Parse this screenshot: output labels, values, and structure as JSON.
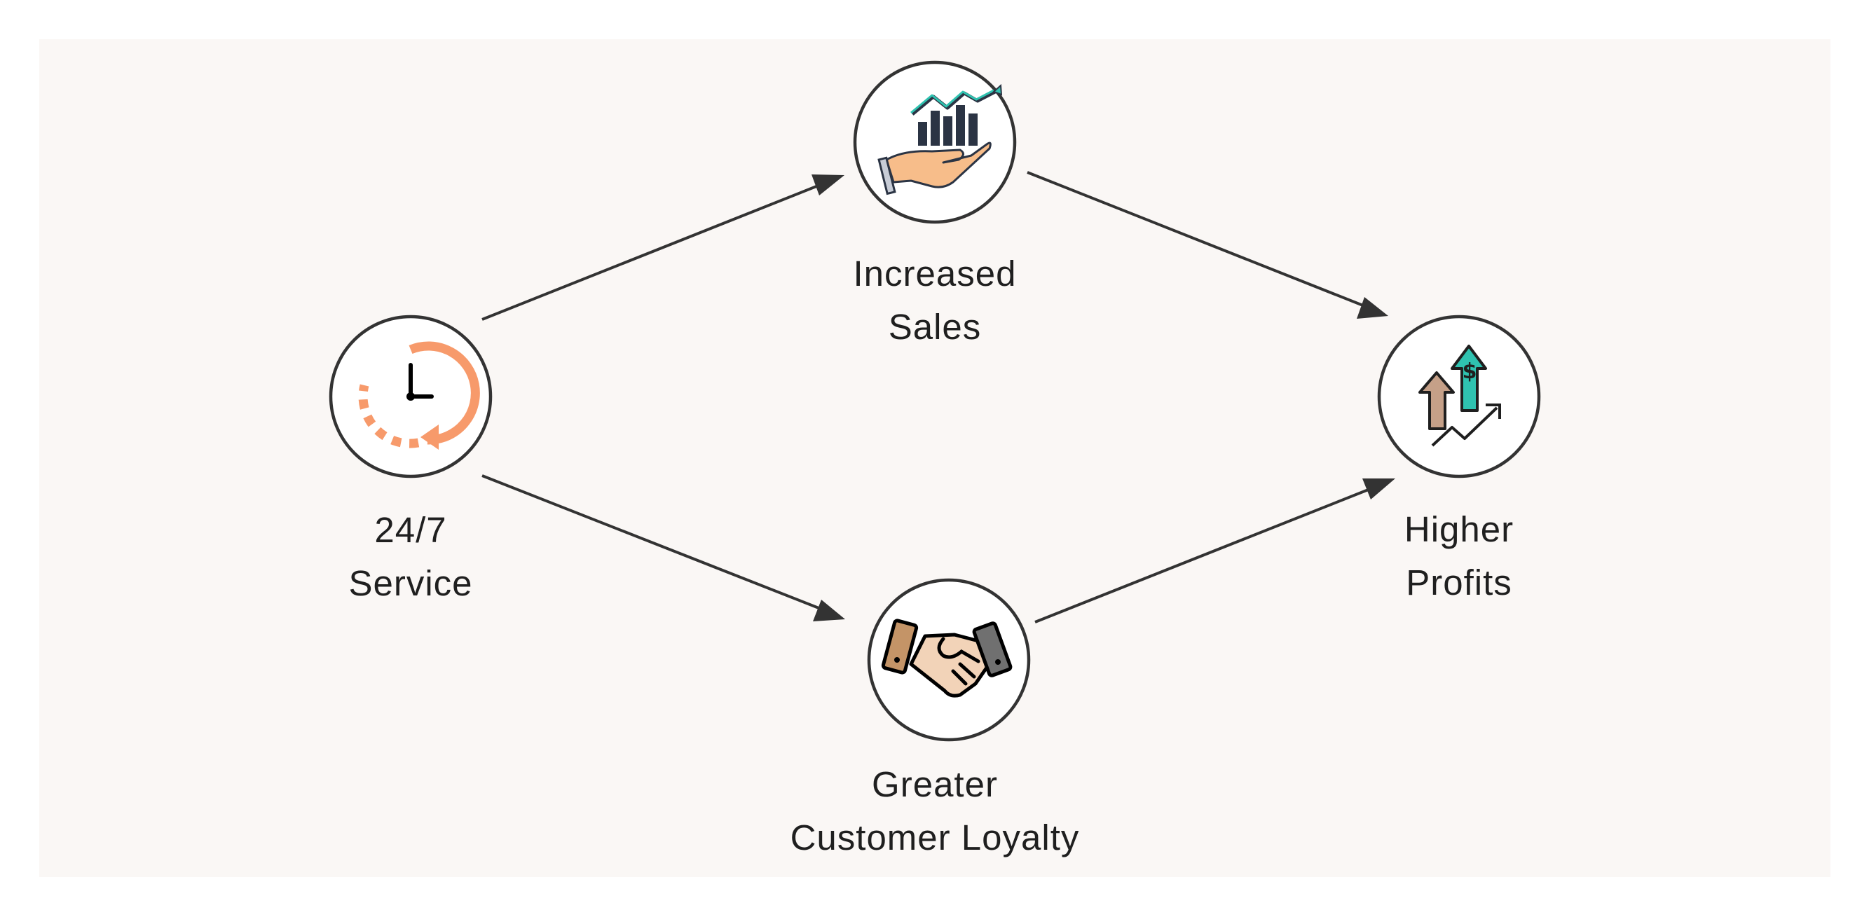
{
  "nodes": [
    {
      "id": "service",
      "icon": "clock-icon",
      "lines": [
        "24/7",
        "Service"
      ]
    },
    {
      "id": "sales",
      "icon": "hand-chart-icon",
      "lines": [
        "Increased",
        "Sales"
      ]
    },
    {
      "id": "loyalty",
      "icon": "handshake-icon",
      "lines": [
        "Greater",
        "Customer Loyalty"
      ]
    },
    {
      "id": "profits",
      "icon": "profit-arrows-icon",
      "lines": [
        "Higher",
        "Profits"
      ]
    }
  ],
  "edges": [
    {
      "from": "service",
      "to": "sales"
    },
    {
      "from": "sales",
      "to": "profits"
    },
    {
      "from": "service",
      "to": "loyalty"
    },
    {
      "from": "loyalty",
      "to": "profits"
    }
  ],
  "colors": {
    "panel_background": "#faf7f5",
    "stroke": "#333333",
    "clock": "#f79a6b",
    "hand": "#f7bd8a",
    "chart": "#2b3444",
    "teal": "#2fc2b0",
    "tan": "#c5a088",
    "handshake_light": "#f2d3b8",
    "cuff_left": "#c49467",
    "cuff_right": "#707070"
  }
}
